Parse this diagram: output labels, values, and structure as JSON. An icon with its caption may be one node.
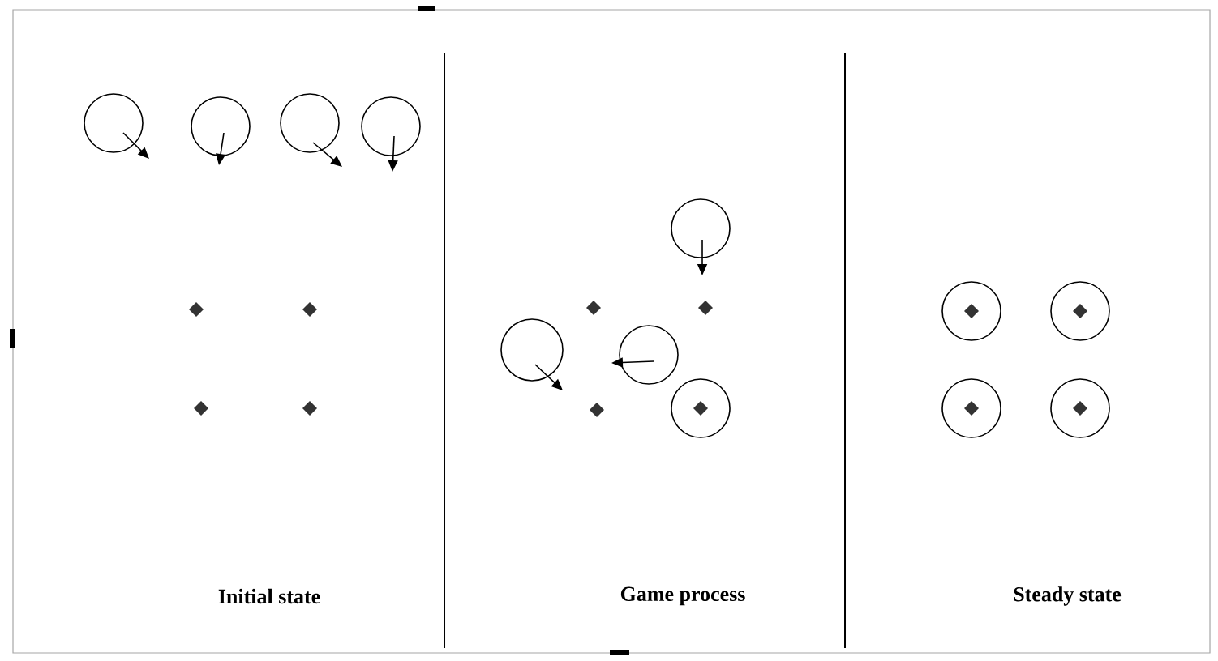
{
  "diagram": {
    "labels": [
      "Initial state",
      "Game process",
      "Steady state"
    ]
  }
}
